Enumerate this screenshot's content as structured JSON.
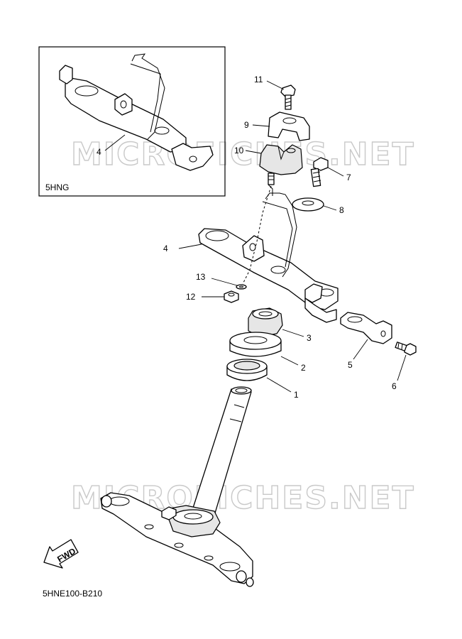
{
  "watermark": "MICROFICHES.NET",
  "inset": {
    "label": "5HNG",
    "callout": "4"
  },
  "callouts": {
    "c1": "1",
    "c2": "2",
    "c3": "3",
    "c4": "4",
    "c5": "5",
    "c6": "6",
    "c7": "7",
    "c8": "8",
    "c9": "9",
    "c10": "10",
    "c11": "11",
    "c12": "12",
    "c13": "13"
  },
  "fwd_arrow": "FWD",
  "diagram_code": "5HNE100-B210"
}
